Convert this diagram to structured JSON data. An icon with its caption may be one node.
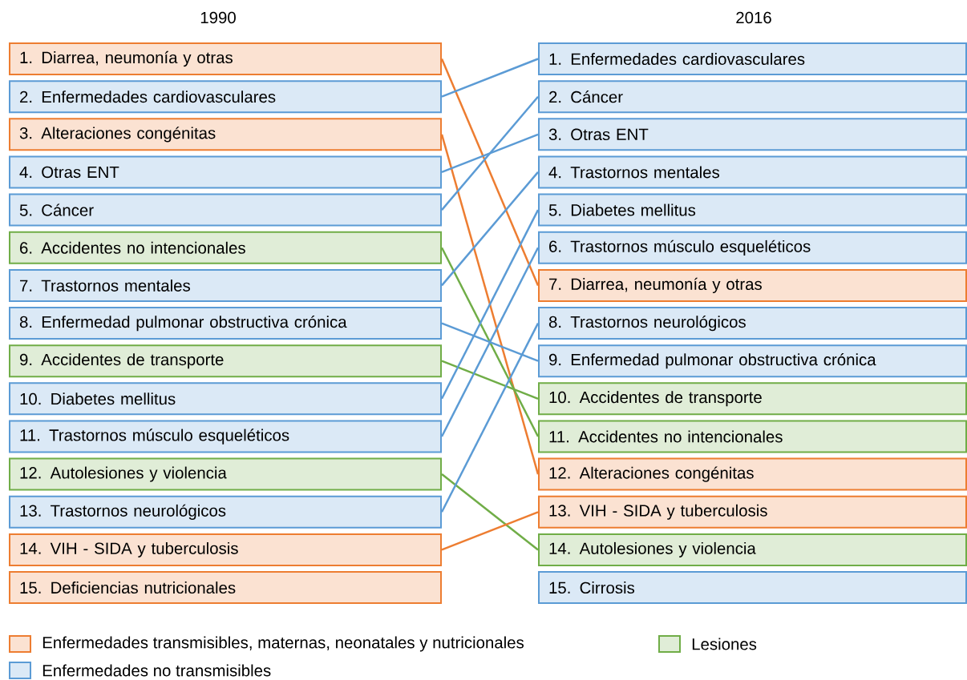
{
  "diagram": {
    "nodes": [
      {
        "text": [
          "1. Diarrea, neumonía y otras"
        ]
      },
      {
        "text": [
          "2. Enfermedades cardiovasculares"
        ]
      },
      {
        "text": [
          "3. Alteraciones congénitas"
        ]
      },
      {
        "text": [
          "4. Otras ENT"
        ]
      },
      {
        "text": [
          "5. Cáncer"
        ]
      },
      {
        "text": [
          "6. Accidentes no intencionales"
        ]
      },
      {
        "text": [
          "7. Trastornos mentales"
        ]
      },
      {
        "text": [
          "8. Enfermedad pulmonar obstructiva crónica"
        ]
      },
      {
        "text": [
          "9. Accidentes de transporte"
        ]
      },
      {
        "text": [
          "10. Diabetes mellitus"
        ]
      },
      {
        "text": [
          "11. Trastornos músculo esqueléticos"
        ]
      },
      {
        "text": [
          "12. Autolesiones y violencia"
        ]
      },
      {
        "text": [
          "13. Trastornos neurológicos"
        ]
      },
      {
        "text": [
          "14. VIH - SIDA y tuberculosis"
        ]
      },
      {
        "text": [
          "15. Deficiencias nutricionales"
        ]
      },
      {
        "text": [
          "1. Enfermedades cardiovasculares"
        ]
      },
      {
        "text": [
          "2. Cáncer"
        ]
      },
      {
        "text": [
          "3. Otras ENT"
        ]
      },
      {
        "text": [
          "4. Trastornos mentales"
        ]
      },
      {
        "text": [
          "5. Diabetes mellitus"
        ]
      },
      {
        "text": [
          "6. Trastornos músculo esqueléticos"
        ]
      },
      {
        "text": [
          "7. Diarrea, neumonía y otras"
        ]
      },
      {
        "text": [
          "8. Trastornos neurológicos"
        ]
      },
      {
        "text": [
          "9. Enfermedad pulmonar obstructiva crónica"
        ]
      },
      {
        "text": [
          "10. Accidentes de transporte"
        ]
      },
      {
        "text": [
          "11. Accidentes no intencionales"
        ]
      },
      {
        "text": [
          "12. Alteraciones congénitas"
        ]
      },
      {
        "text": [
          "13. VIH - SIDA y tuberculosis"
        ]
      },
      {
        "text": [
          "14. Autolesiones y violencia"
        ]
      },
      {
        "text": [
          "15. Cirrosis"
        ]
      }
    ],
    "edges": [
      {
        "from": 0,
        "to": 21,
        "arrow": "none",
        "color": "#ed7d31"
      },
      {
        "from": 1,
        "to": 15,
        "arrow": "none"
      },
      {
        "from": 2,
        "to": 26,
        "arrow": "none",
        "color": "#ed7d31"
      },
      {
        "from": 3,
        "to": 17,
        "arrow": "none"
      },
      {
        "from": 4,
        "to": 16,
        "arrow": "none"
      },
      {
        "from": 5,
        "to": 25,
        "arrow": "none",
        "color": "#70ad47"
      },
      {
        "from": 6,
        "to": 18,
        "arrow": "none"
      },
      {
        "from": 7,
        "to": 23,
        "arrow": "none"
      },
      {
        "from": 8,
        "to": 24,
        "arrow": "none",
        "color": "#70ad47"
      },
      {
        "from": 9,
        "to": 19,
        "arrow": "none"
      },
      {
        "from": 10,
        "to": 20,
        "arrow": "none"
      },
      {
        "from": 11,
        "to": 28,
        "arrow": "none",
        "color": "#70ad47"
      },
      {
        "from": 12,
        "to": 22,
        "arrow": "none"
      },
      {
        "from": 13,
        "to": 27,
        "arrow": "none",
        "color": "#ed7d31"
      }
    ],
    "labels": [
      "1990",
      "2016"
    ],
    "legend": [
      {
        "text": "Enfermedades transmisibles, maternas, neonatales y nutricionales",
        "color": "#ed7d31"
      },
      {
        "text": "Lesiones",
        "color": "#70ad47"
      },
      {
        "text": "Enfermedades no transmisibles",
        "color": "#5b9bd5"
      }
    ]
  }
}
